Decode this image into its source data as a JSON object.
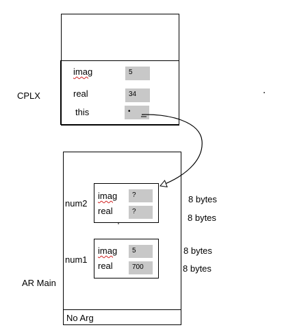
{
  "cplx": {
    "label": "CPLX",
    "rows": [
      {
        "name": "imag",
        "value": "5"
      },
      {
        "name": "real",
        "value": "34"
      },
      {
        "name": "this",
        "value": "•"
      }
    ]
  },
  "ar_main": {
    "label": "AR Main",
    "footer": "No Arg",
    "num2": {
      "label": "num2",
      "rows": [
        {
          "name": "imag",
          "value": "?",
          "size": "8 bytes"
        },
        {
          "name": "real",
          "value": "?",
          "size": "8 bytes"
        }
      ]
    },
    "num1": {
      "label": "num1",
      "rows": [
        {
          "name": "imag",
          "value": "5",
          "size": "8 bytes"
        },
        {
          "name": "real",
          "value": "700",
          "size": "8 bytes"
        }
      ]
    }
  },
  "colors": {
    "cell_fill": "#c8c8c8",
    "line": "#000000"
  }
}
